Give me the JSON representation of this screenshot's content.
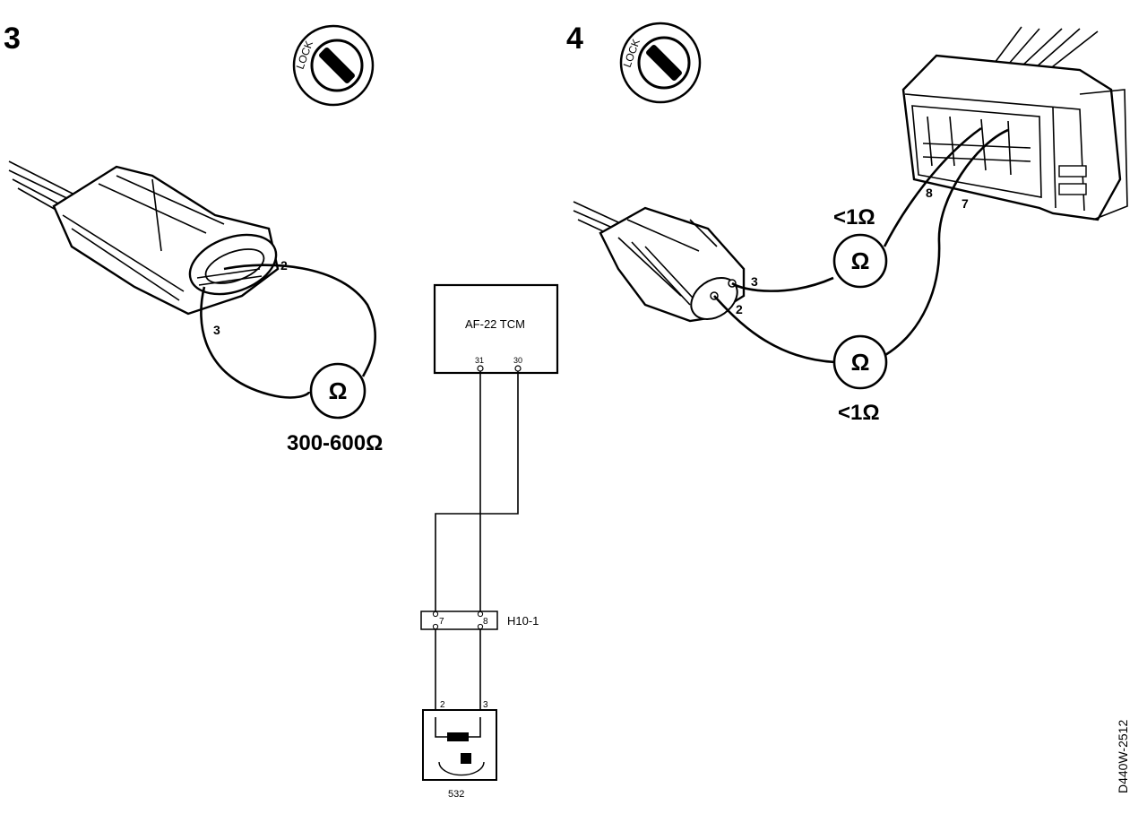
{
  "step3": {
    "number": "3",
    "lock_label": "LOCK",
    "pins": {
      "a": "2",
      "b": "3"
    },
    "meter_symbol": "Ω",
    "spec": "300-600Ω"
  },
  "step4": {
    "number": "4",
    "lock_label": "LOCK",
    "connector_pins": {
      "a": "3",
      "b": "2"
    },
    "module_pins": {
      "a": "8",
      "b": "7"
    },
    "meter_symbol": "Ω",
    "spec_top": "<1Ω",
    "spec_bottom": "<1Ω"
  },
  "schematic": {
    "module_label": "AF-22 TCM",
    "module_pins": [
      "31",
      "30"
    ],
    "junction_label": "H10-1",
    "junction_pins": [
      "7",
      "8"
    ],
    "sensor_pins": [
      "2",
      "3"
    ],
    "sensor_label": "532"
  },
  "figure_id": "D440W-2512"
}
